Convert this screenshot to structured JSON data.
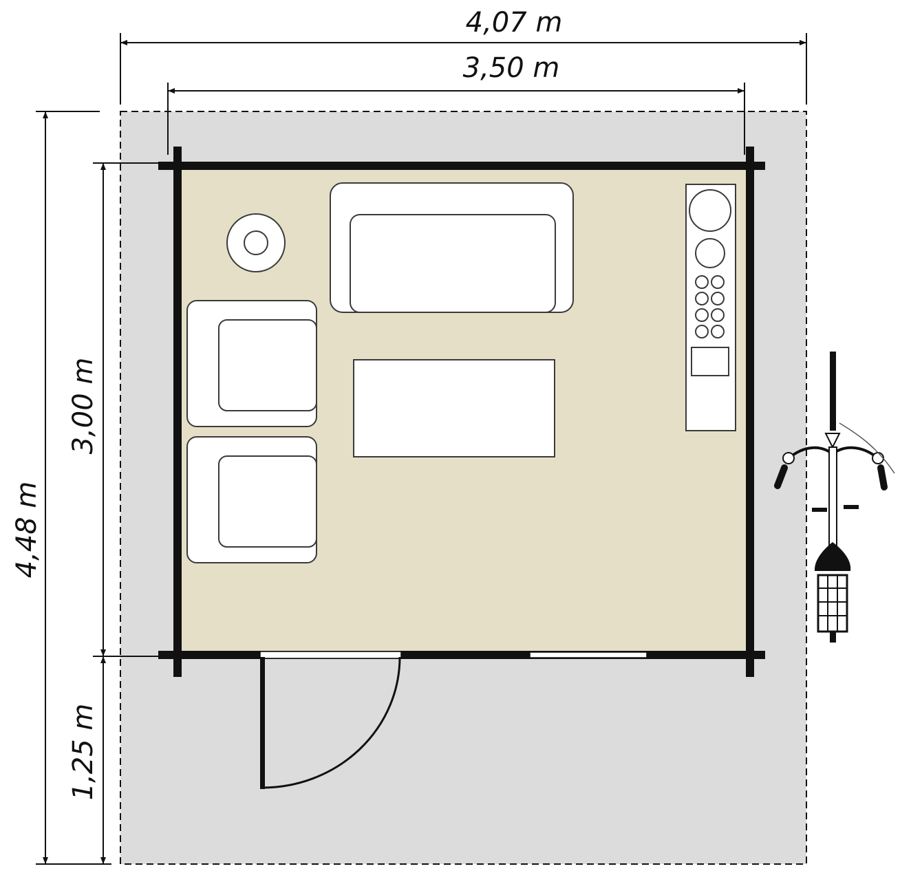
{
  "dimensions": {
    "total_width": "4,07 m",
    "inner_width": "3,50 m",
    "total_depth": "4,48 m",
    "room_depth": "3,00 m",
    "terrace_depth": "1,25 m"
  },
  "colors": {
    "site": "#dcdcdc",
    "room_floor": "#e6dfc8",
    "wall": "#111111",
    "furniture": "#ffffff",
    "outline": "#3a3a3a"
  },
  "furniture": [
    "side-table",
    "sofa",
    "armchair",
    "armchair",
    "coffee-table",
    "kitchen-counter",
    "bicycle"
  ]
}
